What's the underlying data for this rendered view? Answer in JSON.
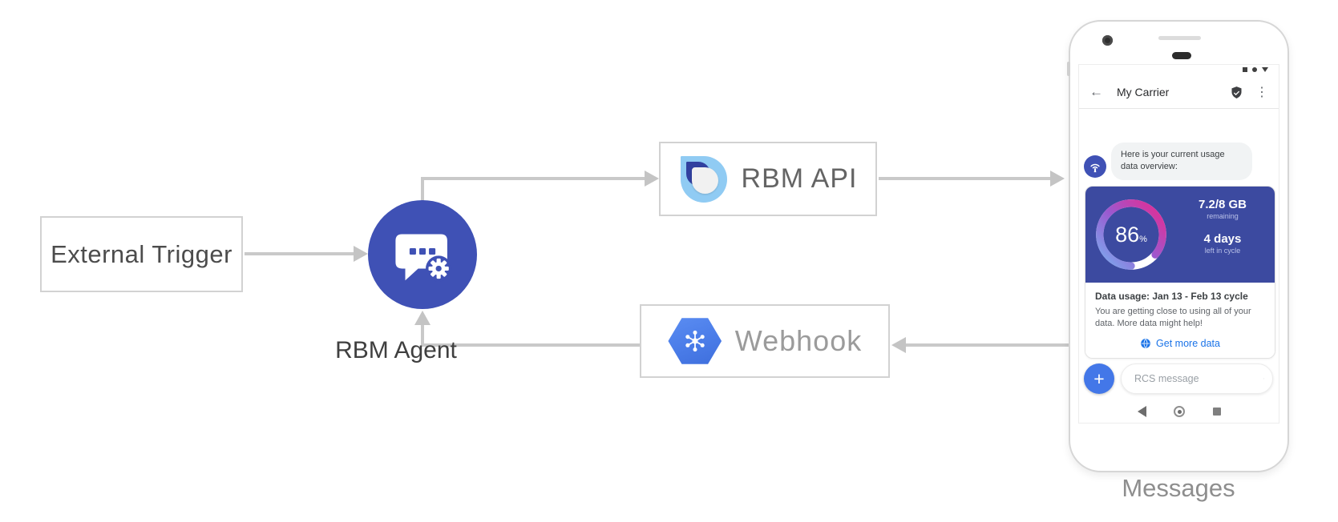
{
  "diagram": {
    "nodes": {
      "external_trigger": {
        "label": "External Trigger"
      },
      "rbm_agent": {
        "label": "RBM Agent",
        "icon": "chat-bubble-gear-icon"
      },
      "rbm_api": {
        "label": "RBM API",
        "icon": "rbm-teardrop-logo"
      },
      "webhook": {
        "label": "Webhook",
        "icon": "cloud-hexagon-hub-logo"
      }
    },
    "caption": "Messages",
    "flow": [
      "External Trigger -> RBM Agent",
      "RBM Agent -> RBM API",
      "RBM API -> Phone (Messages)",
      "Phone (Messages) -> Webhook",
      "Webhook -> RBM Agent"
    ]
  },
  "phone": {
    "status_icons": [
      "square-icon",
      "dot-icon",
      "triangle-down-icon"
    ],
    "header": {
      "back_glyph": "←",
      "title": "My Carrier",
      "verified_icon": "shield-check-icon",
      "menu_glyph": "⋮"
    },
    "conversation": {
      "agent_message": "Here is your current usage data overview:",
      "usage_card": {
        "percent_value": "86",
        "percent_unit": "%",
        "remaining_value": "7.2/8 GB",
        "remaining_label": "remaining",
        "days_value": "4 days",
        "days_label": "left in cycle",
        "cycle_title": "Data usage: Jan 13 - Feb 13 cycle",
        "cycle_body": "You are getting close to using all of your data. More data might help!",
        "action_label": "Get more data",
        "action_icon": "globe-icon"
      }
    },
    "compose": {
      "plus_label": "+",
      "placeholder": "RCS message",
      "send_icon": "send-icon"
    },
    "nav_icons": [
      "back-triangle-icon",
      "home-circle-icon",
      "recents-square-icon"
    ]
  },
  "colors": {
    "indigo": "#3f51b5",
    "card_bg": "#3c4aa0",
    "link_blue": "#1a73e8",
    "arrow_gray": "#c9c9c9",
    "gauge_start": "#7aaef0",
    "gauge_mid": "#9b59d0",
    "gauge_end": "#e8298f",
    "hexagon_blue": "#4a7ce8",
    "logo_light_blue": "#90cbf3",
    "logo_dark_blue": "#31409f"
  }
}
